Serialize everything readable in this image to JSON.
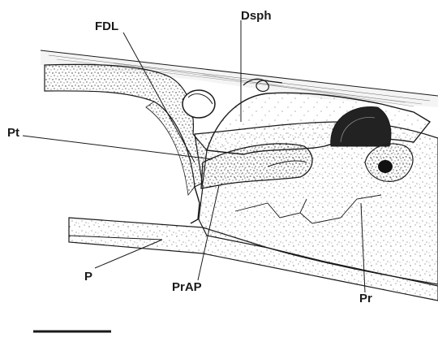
{
  "labels": {
    "fdl": "FDL",
    "dsph": "Dsph",
    "pt": "Pt",
    "p": "P",
    "prap": "PrAP",
    "pr": "Pr"
  },
  "colors": {
    "ink": "#1a1a1a",
    "stipple": "#3a3a3a",
    "dark_fill": "#222222"
  },
  "scale_bar": {
    "shown": true
  }
}
